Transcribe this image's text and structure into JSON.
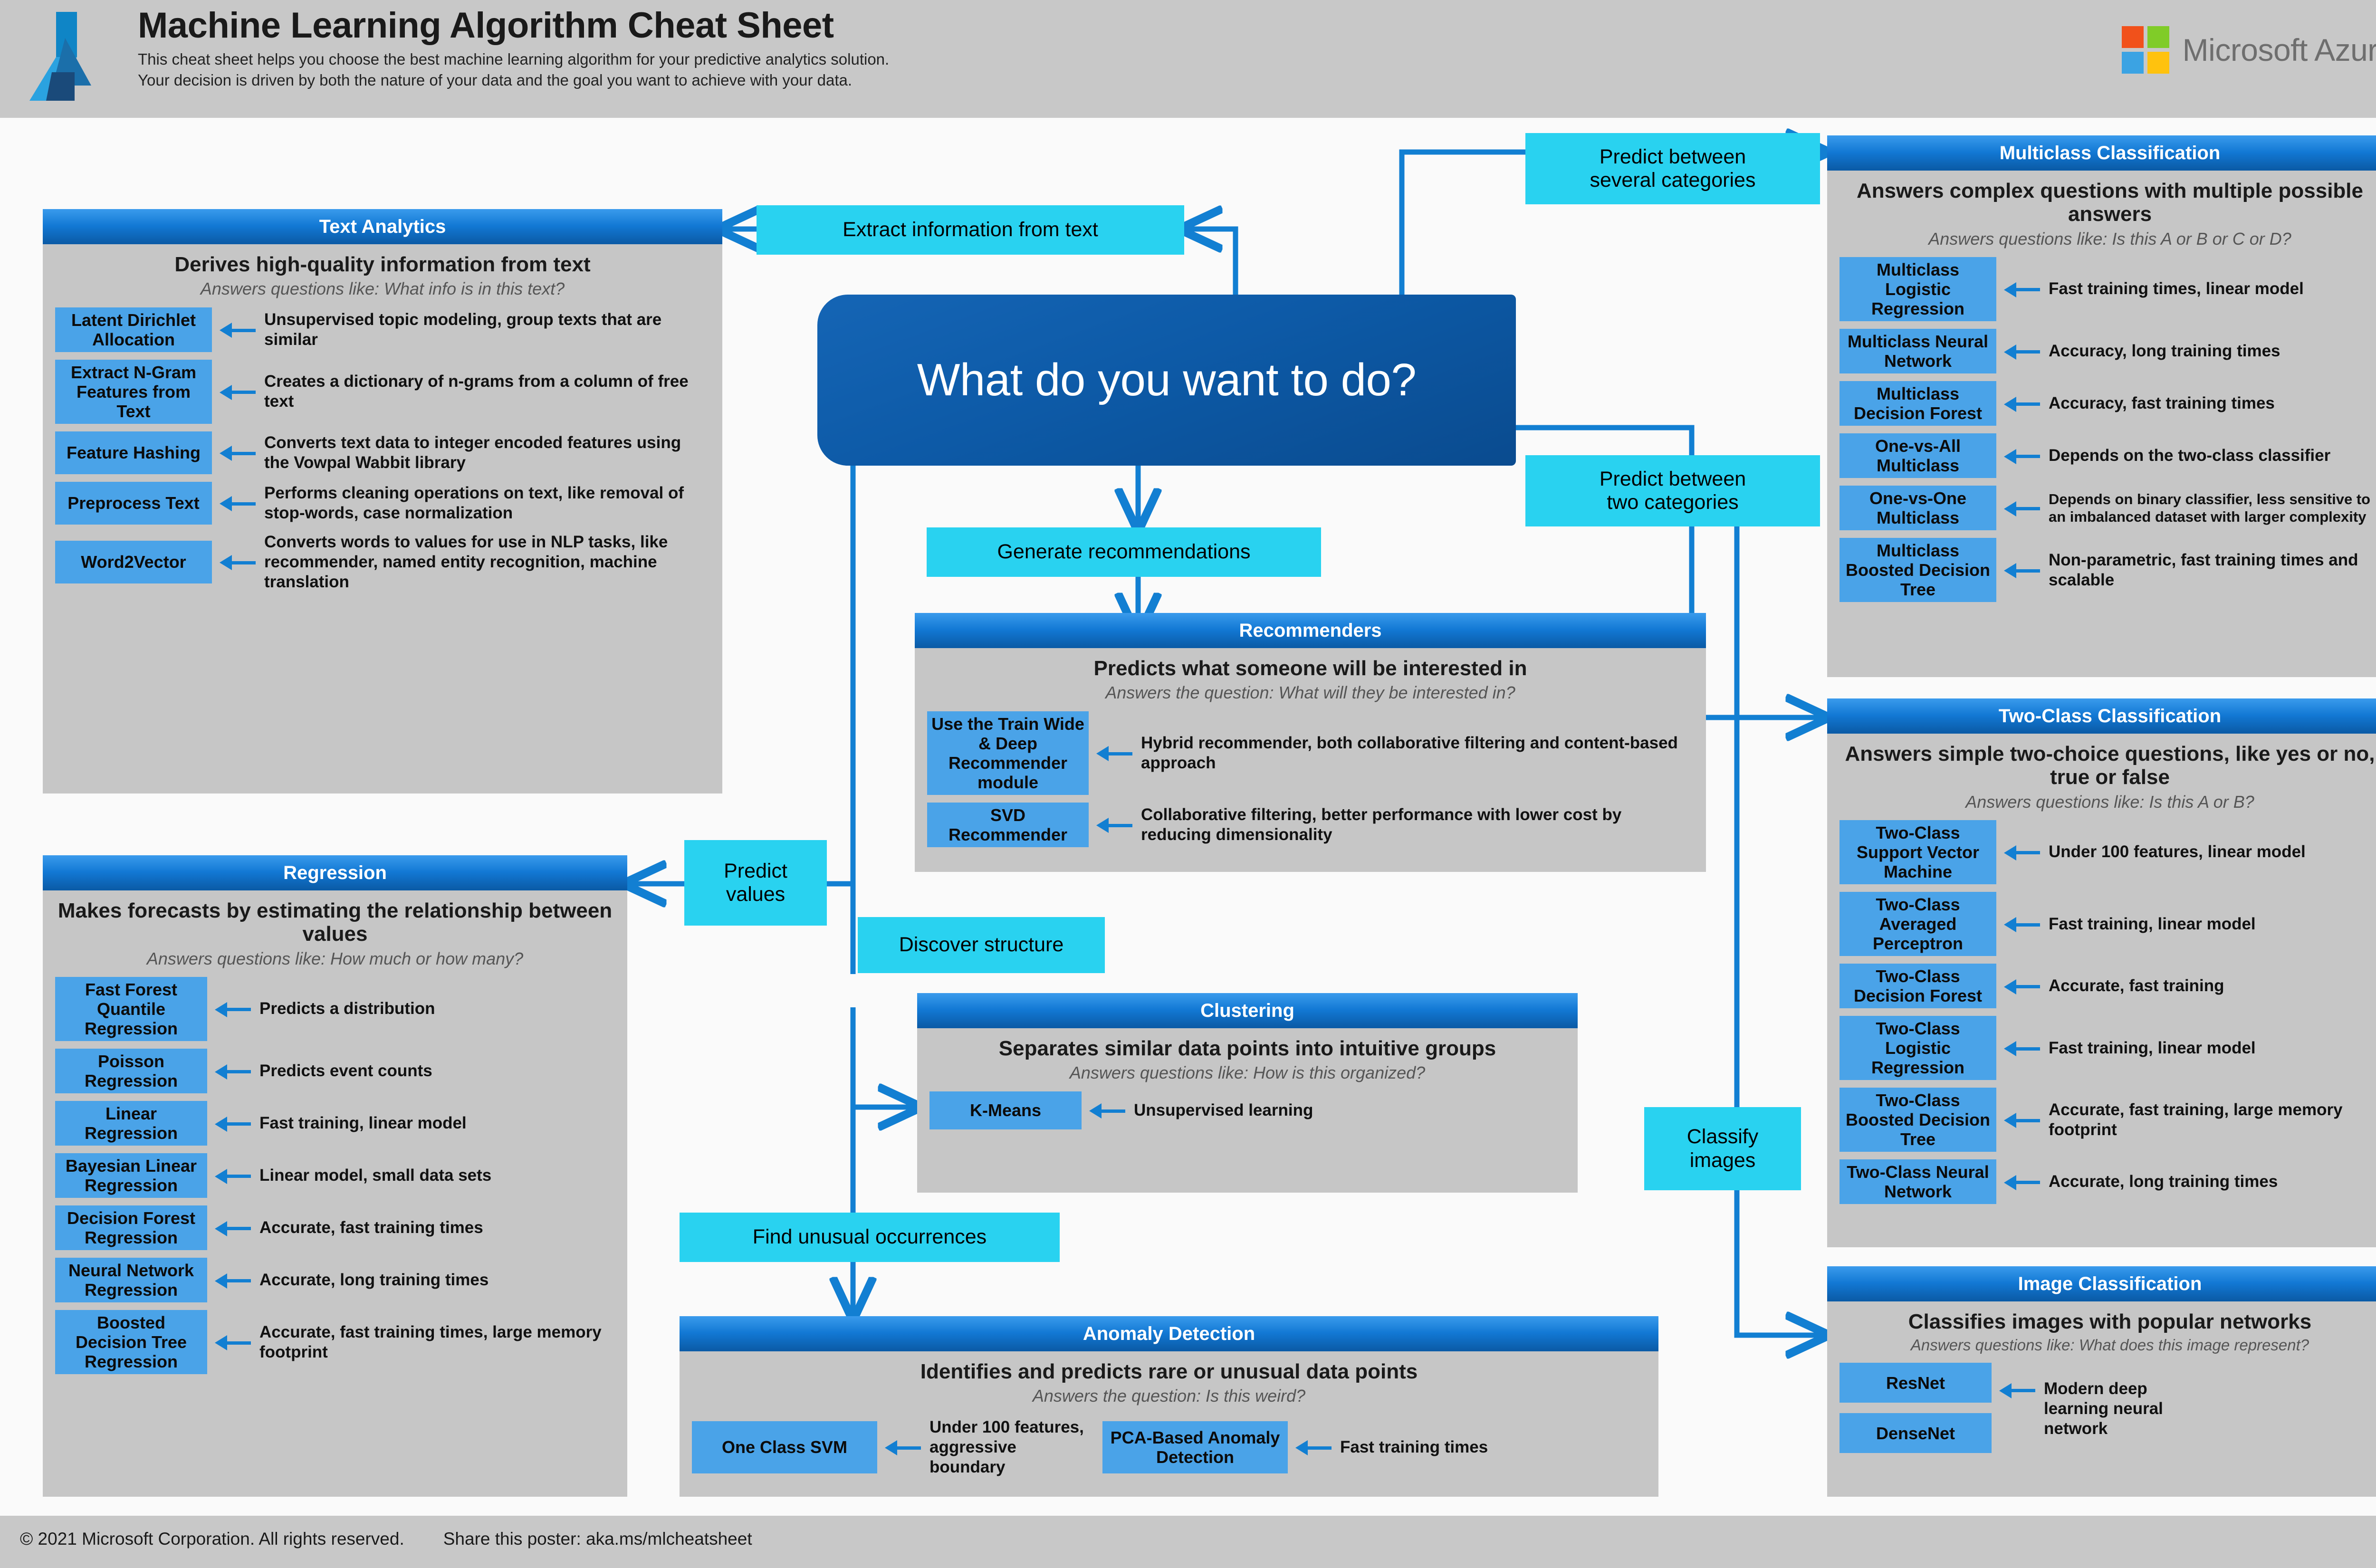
{
  "header": {
    "title": "Machine Learning Algorithm Cheat Sheet",
    "subtitle_line1": "This cheat sheet helps you choose the best machine learning algorithm for your predictive analytics solution.",
    "subtitle_line2": "Your decision is driven by both the nature of your data and the goal you want to achieve with your data.",
    "brand": "Microsoft Azure"
  },
  "hub": {
    "question": "What do you want to do?"
  },
  "chips": {
    "extract_info": "Extract information from text",
    "predict_several": "Predict between\nseveral categories",
    "predict_two": "Predict between\ntwo categories",
    "generate_recommendations": "Generate recommendations",
    "predict_values": "Predict\nvalues",
    "discover_structure": "Discover structure",
    "find_unusual": "Find unusual occurrences",
    "classify_images": "Classify\nimages"
  },
  "panels": {
    "text_analytics": {
      "title": "Text Analytics",
      "lead": "Derives high-quality information from text",
      "ask": "Answers questions like: What info is in this text?",
      "algorithms": [
        {
          "name": "Latent Dirichlet Allocation",
          "desc": "Unsupervised topic modeling, group texts that are similar"
        },
        {
          "name": "Extract N-Gram Features from Text",
          "desc": "Creates a dictionary of n-grams from a column of free text"
        },
        {
          "name": "Feature Hashing",
          "desc": "Converts text data to integer encoded features using the Vowpal Wabbit library"
        },
        {
          "name": "Preprocess Text",
          "desc": "Performs cleaning operations on text, like removal of stop-words, case normalization"
        },
        {
          "name": "Word2Vector",
          "desc": "Converts words to values for use in NLP tasks, like recommender, named entity recognition, machine translation"
        }
      ]
    },
    "regression": {
      "title": "Regression",
      "lead": "Makes forecasts by estimating the relationship between values",
      "ask": "Answers questions like: How much or how many?",
      "algorithms": [
        {
          "name": "Fast Forest Quantile Regression",
          "desc": "Predicts a distribution"
        },
        {
          "name": "Poisson Regression",
          "desc": "Predicts event counts"
        },
        {
          "name": "Linear Regression",
          "desc": "Fast training, linear model"
        },
        {
          "name": "Bayesian Linear Regression",
          "desc": "Linear model, small data sets"
        },
        {
          "name": "Decision Forest Regression",
          "desc": "Accurate, fast training times"
        },
        {
          "name": "Neural Network Regression",
          "desc": "Accurate, long training times"
        },
        {
          "name": "Boosted Decision Tree Regression",
          "desc": "Accurate, fast training times, large memory footprint"
        }
      ]
    },
    "recommenders": {
      "title": "Recommenders",
      "lead": "Predicts what someone will be interested in",
      "ask": "Answers the question: What will they be interested in?",
      "algorithms": [
        {
          "name": "Use the Train Wide & Deep Recommender module",
          "desc": "Hybrid recommender, both collaborative filtering and content-based approach"
        },
        {
          "name": "SVD Recommender",
          "desc": "Collaborative filtering, better performance with lower cost by reducing dimensionality"
        }
      ]
    },
    "clustering": {
      "title": "Clustering",
      "lead": "Separates similar data points into intuitive groups",
      "ask": "Answers questions like: How is this organized?",
      "algorithms": [
        {
          "name": "K-Means",
          "desc": "Unsupervised learning"
        }
      ]
    },
    "anomaly_detection": {
      "title": "Anomaly Detection",
      "lead": "Identifies and predicts rare or unusual data points",
      "ask": "Answers the question: Is this weird?",
      "algorithms": [
        {
          "name": "One Class SVM",
          "desc": "Under 100 features, aggressive boundary"
        },
        {
          "name": "PCA-Based Anomaly Detection",
          "desc": "Fast training times"
        }
      ]
    },
    "multiclass_classification": {
      "title": "Multiclass Classification",
      "lead": "Answers complex questions with multiple possible answers",
      "ask": "Answers questions like: Is this A or B or C or D?",
      "algorithms": [
        {
          "name": "Multiclass Logistic Regression",
          "desc": "Fast training times, linear model"
        },
        {
          "name": "Multiclass Neural Network",
          "desc": "Accuracy, long training times"
        },
        {
          "name": "Multiclass Decision Forest",
          "desc": "Accuracy, fast training times"
        },
        {
          "name": "One-vs-All Multiclass",
          "desc": "Depends on the two-class classifier"
        },
        {
          "name": "One-vs-One Multiclass",
          "desc": "Depends on binary classifier, less sensitive to an imbalanced dataset with larger complexity"
        },
        {
          "name": "Multiclass Boosted Decision Tree",
          "desc": "Non-parametric, fast training times and scalable"
        }
      ]
    },
    "two_class_classification": {
      "title": "Two-Class Classification",
      "lead": "Answers simple two-choice questions, like yes or no, true or false",
      "ask": "Answers questions like: Is this A or B?",
      "algorithms": [
        {
          "name": "Two-Class Support Vector Machine",
          "desc": "Under 100 features, linear model"
        },
        {
          "name": "Two-Class Averaged Perceptron",
          "desc": "Fast training, linear model"
        },
        {
          "name": "Two-Class Decision Forest",
          "desc": "Accurate, fast training"
        },
        {
          "name": "Two-Class Logistic Regression",
          "desc": "Fast training, linear model"
        },
        {
          "name": "Two-Class Boosted Decision Tree",
          "desc": "Accurate, fast training, large memory footprint"
        },
        {
          "name": "Two-Class Neural Network",
          "desc": "Accurate, long training times"
        }
      ]
    },
    "image_classification": {
      "title": "Image Classification",
      "lead": "Classifies images with popular networks",
      "ask": "Answers questions like: What does this image represent?",
      "algorithms": [
        {
          "name": "ResNet",
          "desc": ""
        },
        {
          "name": "DenseNet",
          "desc": ""
        }
      ],
      "shared_desc": "Modern deep learning neural network"
    }
  },
  "footer": {
    "copyright": "© 2021 Microsoft Corporation. All rights reserved.",
    "share": "Share this poster: aka.ms/mlcheatsheet"
  },
  "colors": {
    "header_bg": "#c8c8c8",
    "panel_bg": "#c6c6c6",
    "panel_head_blue": "#1278d4",
    "algorithm_box": "#4aa3e8",
    "chip_cyan": "#29d2f0",
    "hub_blue": "#0d5aa7",
    "wire_blue": "#127fd2",
    "ms_red": "#f1511b",
    "ms_green": "#80cc28",
    "ms_blue": "#3ba3e3",
    "ms_yellow": "#ffc20e"
  }
}
